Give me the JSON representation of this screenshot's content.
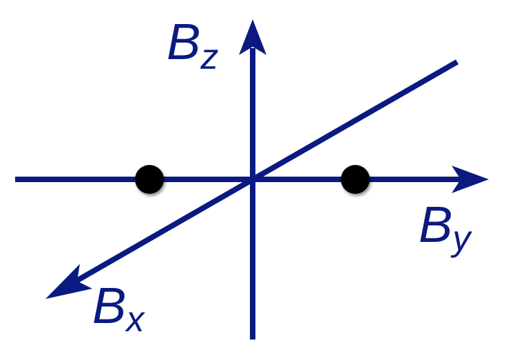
{
  "axes": {
    "z": {
      "letter": "B",
      "subscript": "z",
      "color": "#0a1a80"
    },
    "y": {
      "letter": "B",
      "subscript": "y",
      "color": "#0a1a80"
    },
    "x": {
      "letter": "B",
      "subscript": "x",
      "color": "#0a1a80"
    }
  },
  "points": [
    {
      "name": "left-point",
      "color": "#000000"
    },
    {
      "name": "right-point",
      "color": "#000000"
    }
  ]
}
